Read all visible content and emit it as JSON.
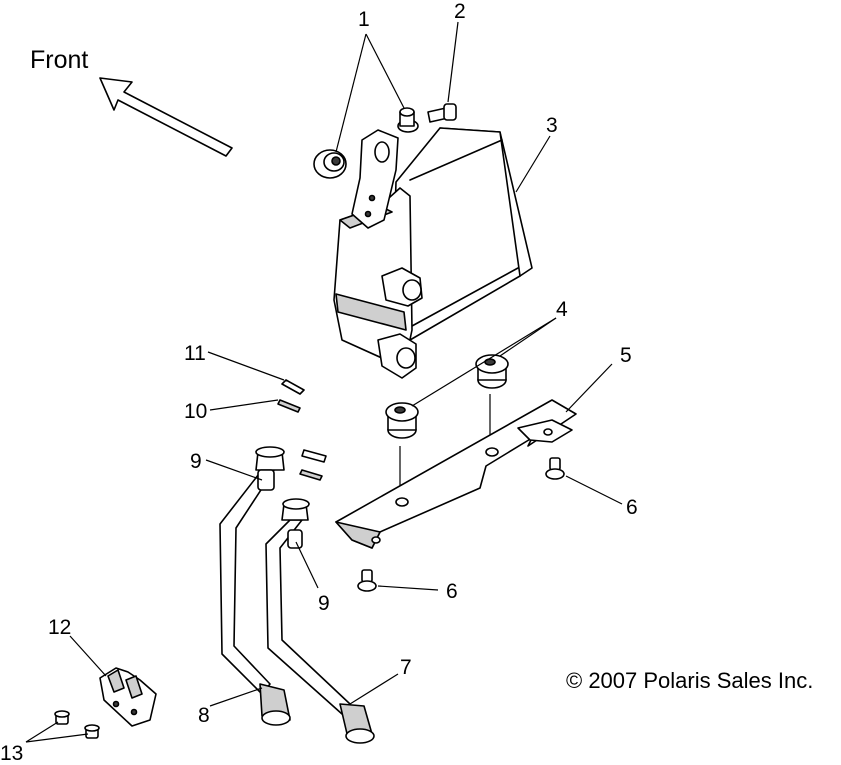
{
  "direction_label": "Front",
  "copyright": "© 2007 Polaris Sales Inc.",
  "callouts": {
    "c1": "1",
    "c2": "2",
    "c3": "3",
    "c4": "4",
    "c5": "5",
    "c6a": "6",
    "c6b": "6",
    "c7": "7",
    "c8": "8",
    "c9a": "9",
    "c9b": "9",
    "c10": "10",
    "c11": "11",
    "c12": "12",
    "c13": "13"
  },
  "colors": {
    "line": "#000000",
    "background": "#ffffff",
    "shade": "#cfcfcf"
  }
}
